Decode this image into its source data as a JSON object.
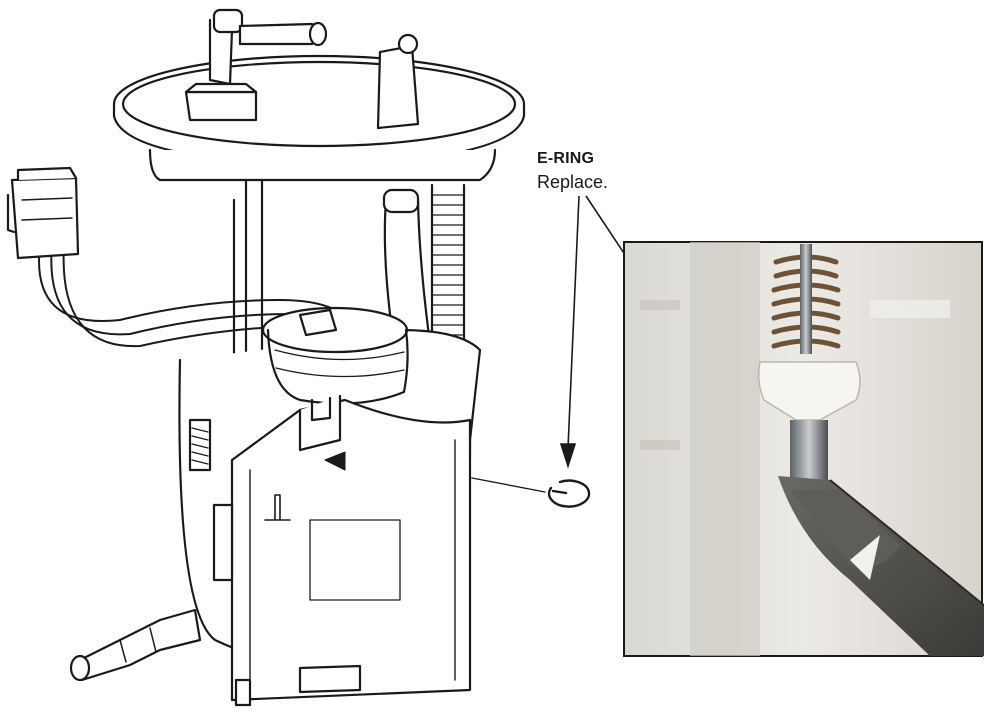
{
  "callout": {
    "title": "E-RING",
    "subtitle": "Replace."
  },
  "colors": {
    "line": "#1a1a1a",
    "photo_bg": "#e9e7e0",
    "spring": "#8a6b4a",
    "plier": "#555552"
  },
  "icons": {
    "assembly": "fuel-pump-assembly-drawing",
    "ring": "e-ring-icon",
    "photo": "plier-removal-photo"
  }
}
